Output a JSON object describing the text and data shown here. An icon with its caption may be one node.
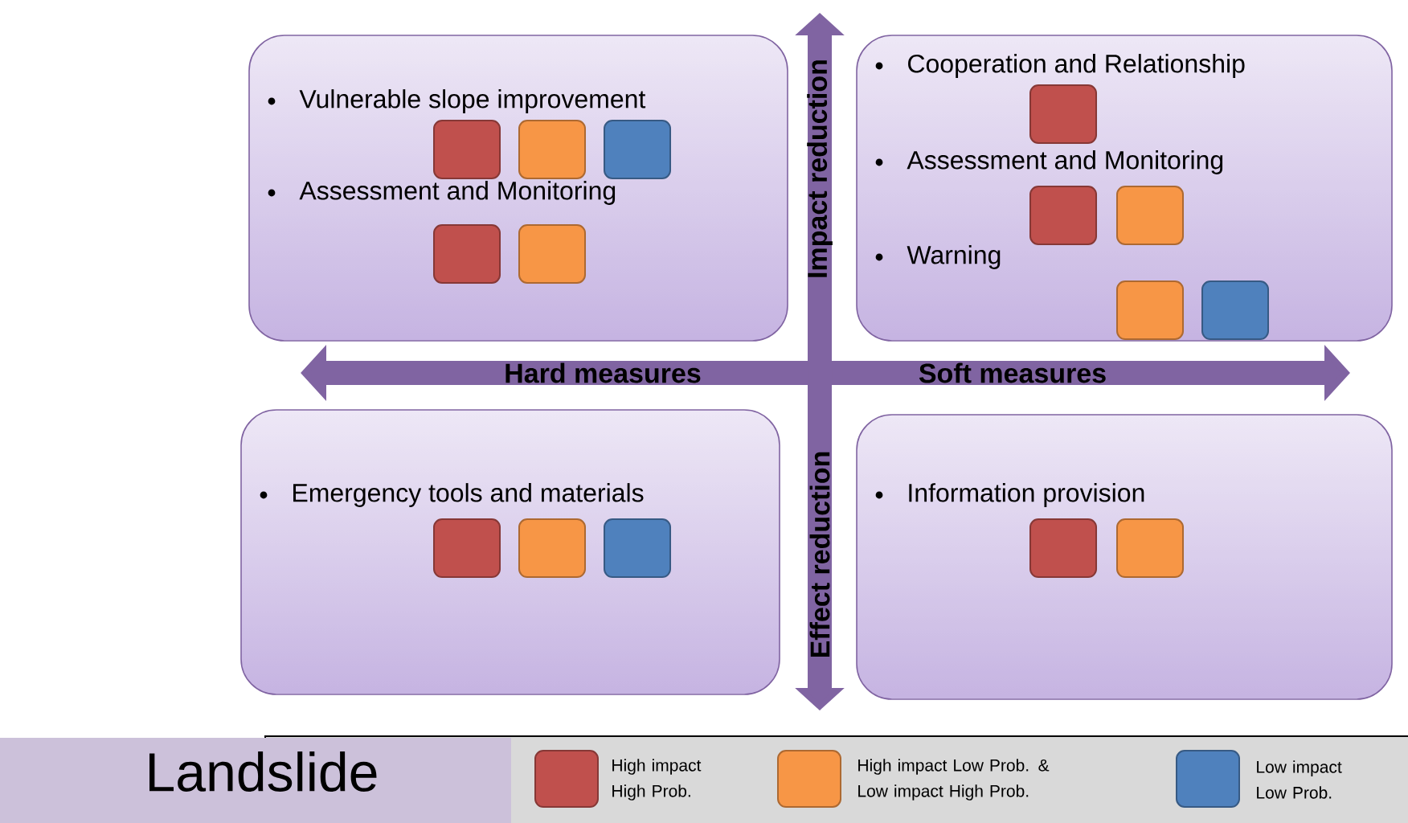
{
  "diagram": {
    "nodes": [
      {
        "text": [
          "Vulnerable slope improvement",
          "Assessment and Monitoring"
        ]
      },
      {
        "text": [
          "Cooperation and Relationship",
          "Assessment and Monitoring",
          "Warning"
        ]
      },
      {
        "text": [
          "Emergency tools and materials"
        ]
      },
      {
        "text": [
          "Information provision"
        ]
      }
    ],
    "labels": [
      "Impact reduction",
      "Hard measures",
      "Soft measures",
      "Effect reduction",
      "Landslide"
    ],
    "legend": [
      {
        "text": "High impact High Prob.",
        "color": "#c0504d"
      },
      {
        "text": "High impact Low Prob. & Low impact High Prob.",
        "color": "#f79646"
      },
      {
        "text": "Low impact Low Prob.",
        "color": "#4f81bd"
      }
    ]
  }
}
